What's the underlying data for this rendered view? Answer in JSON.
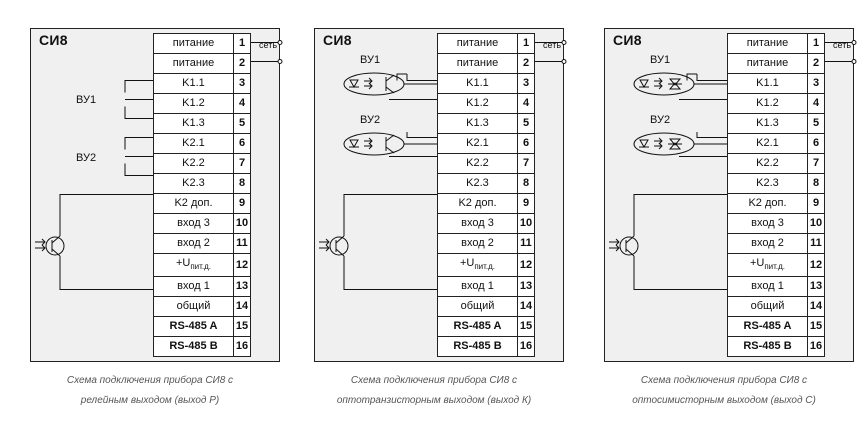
{
  "device_title": "СИ8",
  "net_label": "сеть",
  "terminals": [
    {
      "label": "питание",
      "num": "1"
    },
    {
      "label": "питание",
      "num": "2"
    },
    {
      "label": "K1.1",
      "num": "3"
    },
    {
      "label": "K1.2",
      "num": "4"
    },
    {
      "label": "K1.3",
      "num": "5"
    },
    {
      "label": "K2.1",
      "num": "6"
    },
    {
      "label": "K2.2",
      "num": "7"
    },
    {
      "label": "K2.3",
      "num": "8"
    },
    {
      "label": "K2 доп.",
      "num": "9"
    },
    {
      "label": "вход 3",
      "num": "10"
    },
    {
      "label": "вход 2",
      "num": "11"
    },
    {
      "label": "+U",
      "sub": "пит.д.",
      "num": "12"
    },
    {
      "label": "вход 1",
      "num": "13"
    },
    {
      "label": "общий",
      "num": "14"
    },
    {
      "label": "RS-485 A",
      "num": "15"
    },
    {
      "label": "RS-485 B",
      "num": "16"
    }
  ],
  "panels": [
    {
      "output_type": "relay",
      "vu1": "ВУ1",
      "vu2": "ВУ2",
      "caption_line1": "Схема подключения прибора СИ8 с",
      "caption_line2": "релейным выходом (выход Р)"
    },
    {
      "output_type": "optotransistor",
      "vu1": "ВУ1",
      "vu2": "ВУ2",
      "caption_line1": "Схема подключения прибора СИ8 с",
      "caption_line2": "оптотранзисторным выходом (выход К)"
    },
    {
      "output_type": "optosimistor",
      "vu1": "ВУ1",
      "vu2": "ВУ2",
      "caption_line1": "Схема подключения прибора СИ8 с",
      "caption_line2": "оптосимисторным выходом (выход С)"
    }
  ]
}
